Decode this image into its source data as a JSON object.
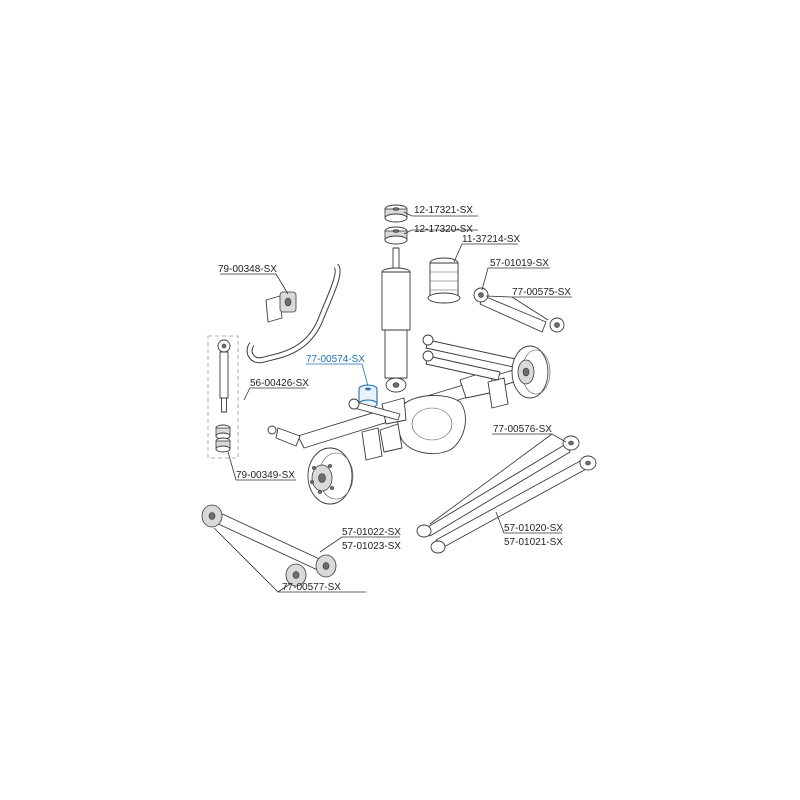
{
  "diagram": {
    "highlight_color": "#1f6fb2",
    "line_color": "#333333",
    "parts": [
      {
        "id": "p-12-17321",
        "label": "12-17321-SX"
      },
      {
        "id": "p-12-17320",
        "label": "12-17320-SX"
      },
      {
        "id": "p-11-37214",
        "label": "11-37214-SX"
      },
      {
        "id": "p-57-01019",
        "label": "57-01019-SX"
      },
      {
        "id": "p-77-00575",
        "label": "77-00575-SX"
      },
      {
        "id": "p-79-00348",
        "label": "79-00348-SX"
      },
      {
        "id": "p-77-00574",
        "label": "77-00574-SX",
        "highlighted": true
      },
      {
        "id": "p-56-00426",
        "label": "56-00426-SX"
      },
      {
        "id": "p-77-00576",
        "label": "77-00576-SX"
      },
      {
        "id": "p-79-00349",
        "label": "79-00349-SX"
      },
      {
        "id": "p-57-01020",
        "label": "57-01020-SX"
      },
      {
        "id": "p-57-01021",
        "label": "57-01021-SX"
      },
      {
        "id": "p-57-01022",
        "label": "57-01022-SX"
      },
      {
        "id": "p-57-01023",
        "label": "57-01023-SX"
      },
      {
        "id": "p-77-00577",
        "label": "77-00577-SX"
      }
    ]
  }
}
